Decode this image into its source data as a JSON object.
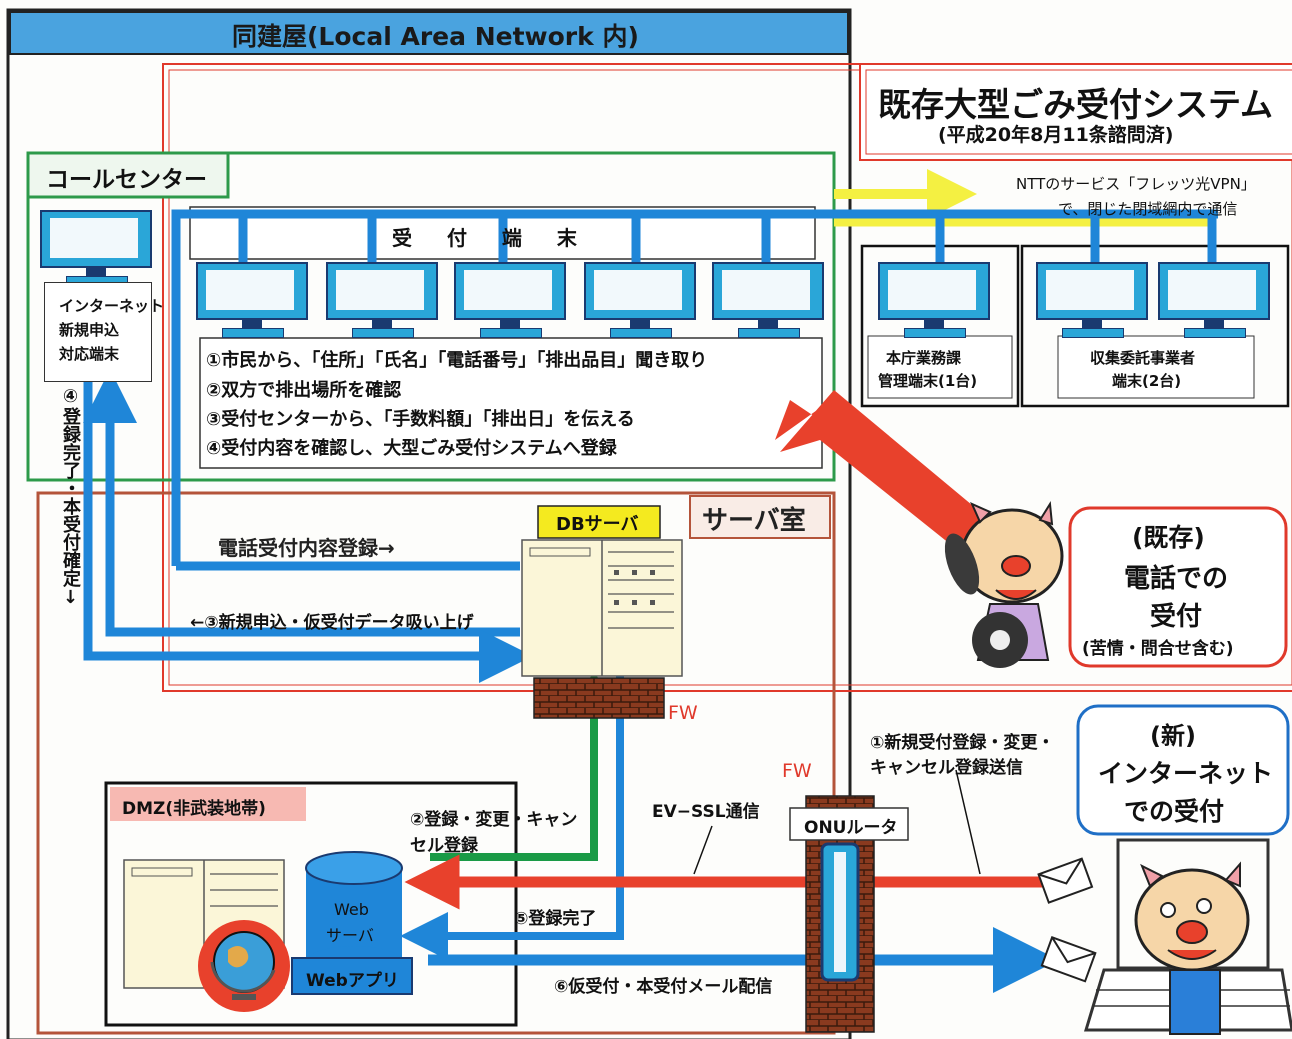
{
  "colors": {
    "lan_header_bg": "#4aa3df",
    "blue_line": "#1f86d8",
    "red_arrow": "#e8412c",
    "green_line": "#1a9a46",
    "yellow_line": "#f4f042",
    "callcenter_border": "#2d9a4a",
    "server_room_border": "#b4543a",
    "existing_system_border": "#e0392b",
    "dmz_label_bg": "#f7b9b2",
    "db_label_bg": "#f4ea1f",
    "monitor_screen": "#2aa6d8"
  },
  "lan": {
    "title": "同建屋(Local Area Network 内)"
  },
  "existing_system": {
    "title": "既存大型ごみ受付システム",
    "subtitle": "(平成20年8月11条諮問済)",
    "vpn_note_line1": "NTTのサービス「フレッツ光VPN」",
    "vpn_note_line2": "で、閉じた閉域網内で通信",
    "terminal_office_line1": "本庁業務課",
    "terminal_office_line2": "管理端末(1台)",
    "terminal_contractor_line1": "収集委託事業者",
    "terminal_contractor_line2": "端末(2台)"
  },
  "call_center": {
    "title": "コールセンター",
    "reception_terminals_label": "受 付 端 末",
    "internet_terminal_line1": "インターネット",
    "internet_terminal_line2": "新規申込",
    "internet_terminal_line3": "対応端末",
    "steps": [
      "①市民から、「住所」「氏名」「電話番号」「排出品目」聞き取り",
      "②双方で排出場所を確認",
      "③受付センターから、「手数料額」「排出日」を伝える",
      "④受付内容を確認し、大型ごみ受付システムへ登録"
    ]
  },
  "server_room": {
    "title": "サーバ室",
    "db_label": "DBサーバ",
    "phone_registration": "電話受付内容登録→",
    "intake_data": "←③新規申込・仮受付データ吸い上げ",
    "vertical_note": "④登録完了・本受付確定↓",
    "fw1": "FW"
  },
  "dmz": {
    "title": "DMZ(非武装地帯)",
    "web_server_line1": "Web",
    "web_server_line2": "サーバ",
    "web_app": "Webアプリ"
  },
  "network": {
    "fw2": "FW",
    "onu": "ONUルータ",
    "ev_ssl": "EV−SSL通信",
    "new_registration_line1": "①新規受付登録・変更・",
    "new_registration_line2": "キャンセル登録送信",
    "register_line1": "②登録・変更・キャン",
    "register_line2": "セル登録",
    "complete": "⑤登録完了",
    "mail": "⑥仮受付・本受付メール配信"
  },
  "phone_reception": {
    "line1": "(既存)",
    "line2": "電話での",
    "line3": "受付",
    "line4": "(苦情・問合せ含む)"
  },
  "internet_reception": {
    "line1": "(新)",
    "line2": "インターネット",
    "line3": "での受付"
  },
  "icons": [
    "monitor-icon",
    "database-icon",
    "globe-icon",
    "envelope-icon",
    "phone-icon",
    "pig-mascot-icon",
    "brick-wall-icon",
    "server-rack-icon"
  ]
}
